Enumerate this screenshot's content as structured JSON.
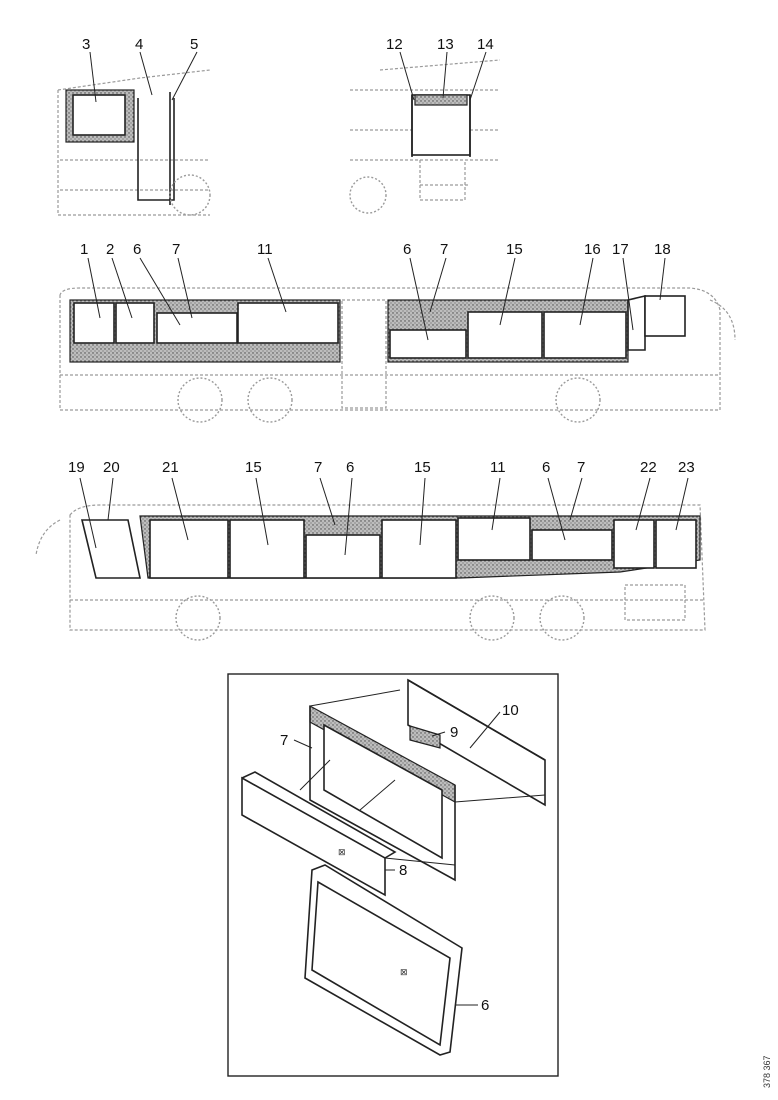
{
  "callouts": {
    "c1": "1",
    "c2": "2",
    "c3": "3",
    "c4": "4",
    "c5": "5",
    "c6a": "6",
    "c6b": "6",
    "c6c": "6",
    "c6d": "6",
    "c6e": "6",
    "c7a": "7",
    "c7b": "7",
    "c7c": "7",
    "c7d": "7",
    "c7e": "7",
    "c8": "8",
    "c9": "9",
    "c10": "10",
    "c11a": "11",
    "c11b": "11",
    "c12": "12",
    "c13": "13",
    "c14": "14",
    "c15a": "15",
    "c15b": "15",
    "c15c": "15",
    "c16": "16",
    "c17": "17",
    "c18": "18",
    "c19": "19",
    "c20": "20",
    "c21": "21",
    "c22": "22",
    "c23": "23"
  },
  "reference_code": "378 367"
}
